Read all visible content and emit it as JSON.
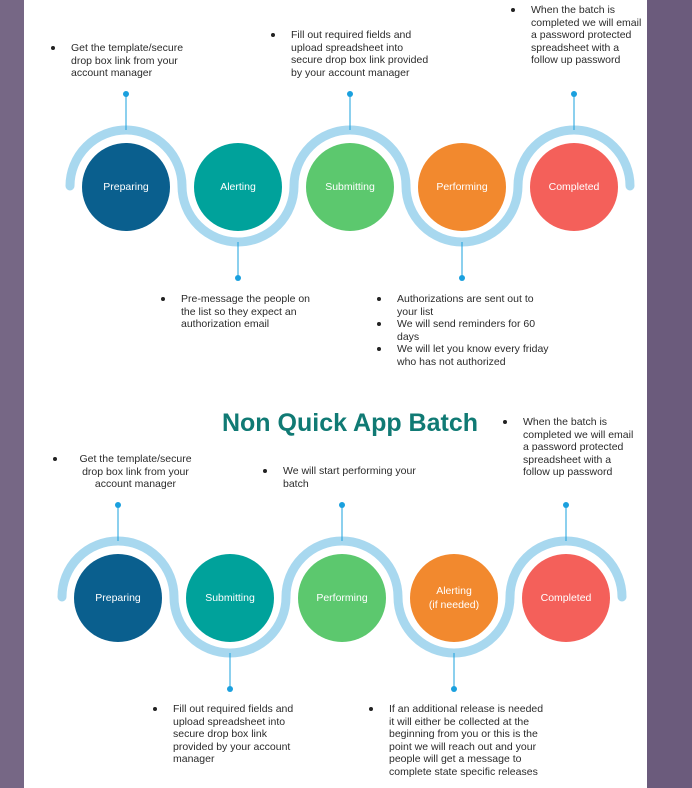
{
  "colors": {
    "wave": "#a8d8ef",
    "connector": "#1aa0de",
    "preparing": "#0a5f8e",
    "alerting": "#00a29b",
    "submitting": "#5cc86e",
    "performing": "#f2892e",
    "completed": "#f4605a",
    "title": "#107a74"
  },
  "flow_top": {
    "steps": [
      "Preparing",
      "Alerting",
      "Submitting",
      "Performing",
      "Completed"
    ],
    "notes": {
      "preparing": [
        "Get the template/secure drop box link from your account manager"
      ],
      "alerting": [
        "Pre-message the people on the list so they expect an authorization email"
      ],
      "submitting": [
        "Fill out required fields and upload spreadsheet into secure drop box link provided by your account manager"
      ],
      "performing": [
        "Authorizations are sent out to your list",
        "We will send reminders for 60 days",
        "We will let you know every friday who has not authorized"
      ],
      "completed": [
        "When the batch is completed we will email a password protected spreadsheet with a follow up password"
      ]
    }
  },
  "section_title": "Non Quick App Batch",
  "flow_bottom": {
    "steps": [
      "Preparing",
      "Submitting",
      "Performing",
      "Alerting",
      "(if needed)",
      "Completed"
    ],
    "notes": {
      "preparing": [
        "Get the template/secure drop box link from your account manager"
      ],
      "submitting": [
        "Fill out required fields and upload spreadsheet into secure drop box link provided by your account manager"
      ],
      "performing": [
        "We will start performing your batch"
      ],
      "alerting": [
        "If an additional release is needed it will either be collected at the beginning from you or this is the point we will reach out and your people will get a message to complete state specific releases"
      ],
      "completed": [
        "When the batch is completed we will email a password protected spreadsheet with a follow up password"
      ]
    }
  }
}
